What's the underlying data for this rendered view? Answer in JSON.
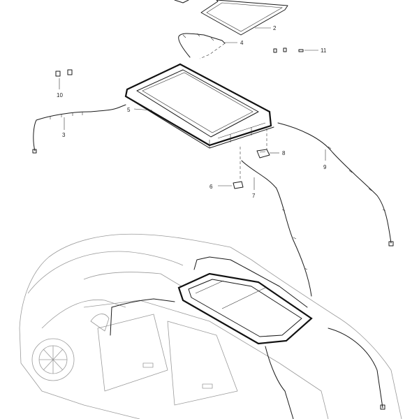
{
  "diagram": {
    "callouts": [
      {
        "id": "1",
        "label": "2"
      },
      {
        "id": "2",
        "label": "4"
      },
      {
        "id": "3",
        "label": "11"
      },
      {
        "id": "4",
        "label": "10"
      },
      {
        "id": "5",
        "label": "5"
      },
      {
        "id": "6",
        "label": "3"
      },
      {
        "id": "7",
        "label": "8"
      },
      {
        "id": "8",
        "label": "9"
      },
      {
        "id": "9",
        "label": "6"
      },
      {
        "id": "10",
        "label": "7"
      }
    ]
  }
}
